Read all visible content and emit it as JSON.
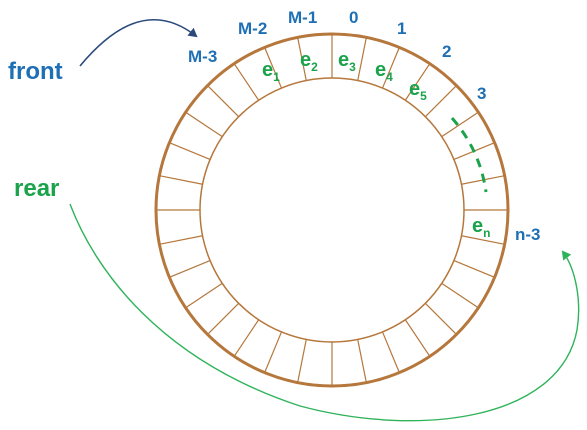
{
  "diagram": {
    "pointer_labels": {
      "front": "front",
      "rear": "rear"
    },
    "index_labels": [
      "M-3",
      "M-2",
      "M-1",
      "0",
      "1",
      "2",
      "3",
      "n-3"
    ],
    "elements": [
      {
        "base": "e",
        "sub": "1"
      },
      {
        "base": "e",
        "sub": "2"
      },
      {
        "base": "e",
        "sub": "3"
      },
      {
        "base": "e",
        "sub": "4"
      },
      {
        "base": "e",
        "sub": "5"
      },
      {
        "base": "e",
        "sub": "n"
      }
    ],
    "colors": {
      "ring": "#b5773c",
      "index_text": "#1f6fb4",
      "element_text": "#1aa34a",
      "front_arrow": "#2b4a7a",
      "rear_arrow": "#2fb35a"
    }
  }
}
